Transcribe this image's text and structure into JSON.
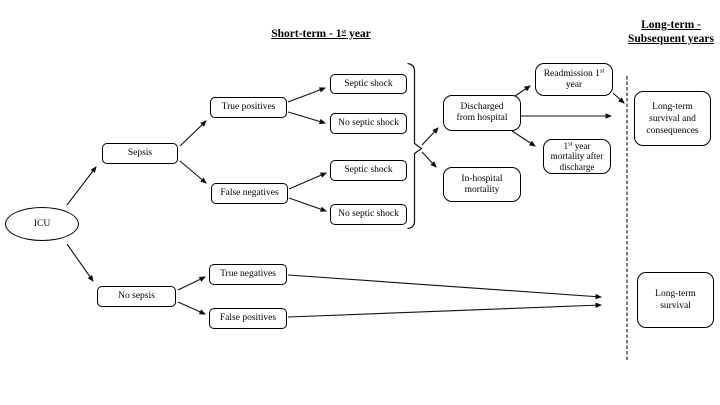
{
  "page": {
    "background_color": "#ffffff",
    "line_color": "#111111"
  },
  "headers": {
    "short_term": {
      "pre": "Short-term - 1",
      "sup": "st",
      "post": " year"
    },
    "long_term": {
      "line1": "Long-term -",
      "line2": "Subsequent years"
    }
  },
  "nodes": {
    "icu": {
      "label": "ICU"
    },
    "sepsis": {
      "label": "Sepsis"
    },
    "no_sepsis": {
      "label": "No sepsis"
    },
    "true_positives": {
      "label": "True positives"
    },
    "false_negatives": {
      "label": "False negatives"
    },
    "true_negatives": {
      "label": "True negatives"
    },
    "false_positives": {
      "label": "False positives"
    },
    "septic_shock_tp": {
      "label": "Septic shock"
    },
    "no_septic_shock_tp": {
      "label": "No septic shock"
    },
    "septic_shock_fn": {
      "label": "Septic shock"
    },
    "no_septic_shock_fn": {
      "label": "No septic shock"
    },
    "discharged": {
      "lines": [
        "Discharged",
        "from hospital"
      ]
    },
    "readmission": {
      "line1_pre": "Readmission 1",
      "line1_sup": "st",
      "line2": "year"
    },
    "first_year_mortality": {
      "line1_pre": "1",
      "line1_sup": "st",
      "line1_post": " year",
      "line2": "mortality after",
      "line3": "discharge"
    },
    "in_hospital_mortality": {
      "lines": [
        "In-hospital",
        "mortality"
      ]
    },
    "long_term_survival_consequences": {
      "lines": [
        "Long-term",
        "survival and",
        "consequences"
      ]
    },
    "long_term_survival": {
      "lines": [
        "Long-term",
        "survival"
      ]
    }
  }
}
